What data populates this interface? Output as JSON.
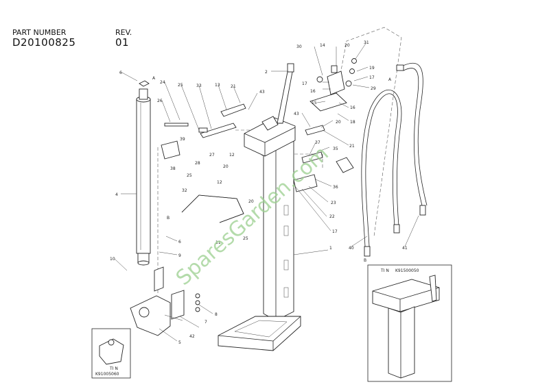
{
  "header": {
    "part_number_label": "PART NUMBER",
    "part_number": "D20100825",
    "rev_label": "REV.",
    "rev": "01"
  },
  "watermark": "SparesGarden.com",
  "callouts": {
    "c1": "1",
    "c2": "2",
    "c4": "4",
    "c5": "5",
    "c6a": "6",
    "c6b": "6",
    "c7": "7",
    "c8": "8",
    "c9": "9",
    "c10": "10",
    "c11": "11",
    "c12a": "12",
    "c12b": "12",
    "c13": "13",
    "c14": "14",
    "c15": "15",
    "c16a": "16",
    "c16b": "16",
    "c17a": "17",
    "c17b": "17",
    "c17c": "17",
    "c18": "18",
    "c19": "19",
    "c20a": "20",
    "c20b": "20",
    "c20c": "20",
    "c21a": "21",
    "c21b": "21",
    "c22": "22",
    "c23": "23",
    "c24": "24",
    "c25a": "25",
    "c25b": "25",
    "c25c": "25",
    "c26": "26",
    "c27": "27",
    "c28": "28",
    "c29": "29",
    "c30": "30",
    "c31": "31",
    "c32": "32",
    "c33": "33",
    "c35": "35",
    "c36": "36",
    "c37": "37",
    "c38": "38",
    "c39": "39",
    "c40": "40",
    "c41": "41",
    "c42": "42",
    "c43a": "43",
    "c43b": "43",
    "markA1": "A",
    "markA2": "A",
    "markB1": "B",
    "markB2": "B"
  },
  "inset_right": {
    "label_tin": "TI N",
    "code": "K91500050"
  },
  "inset_left": {
    "label_tin": "TI N",
    "code": "K91005060"
  }
}
